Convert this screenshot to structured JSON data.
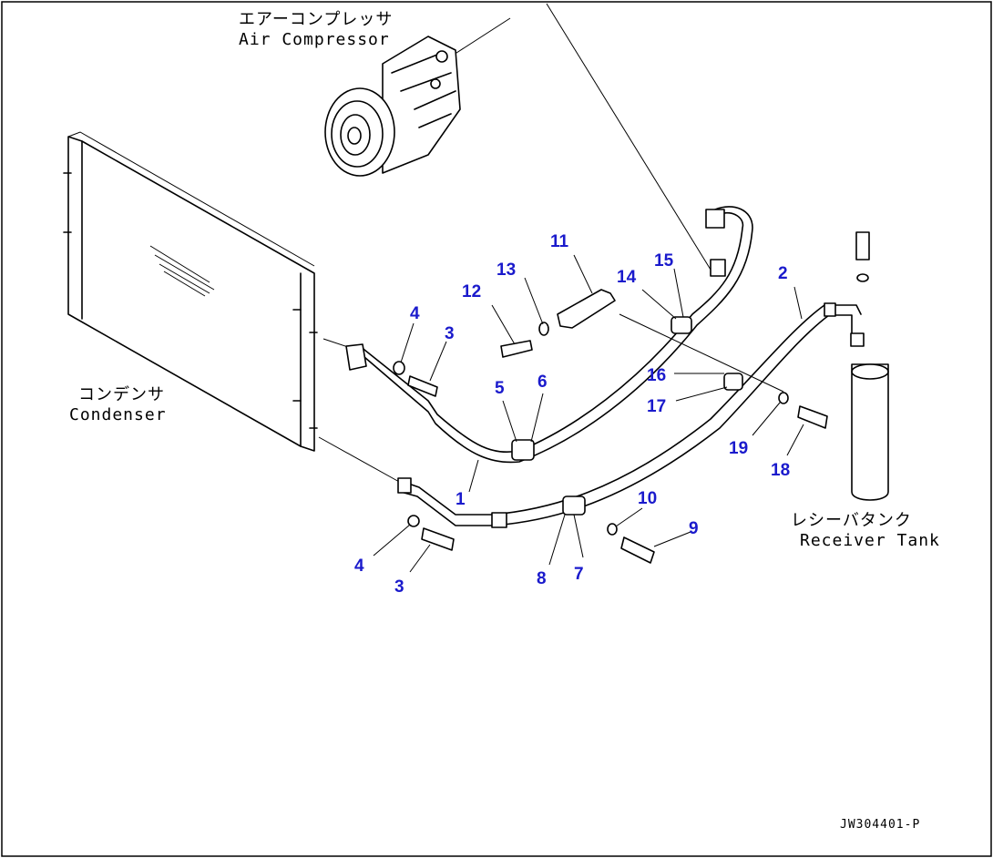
{
  "labels": {
    "air_compressor_jp": "エアーコンプレッサ",
    "air_compressor_en": "Air Compressor",
    "condenser_jp": "コンデンサ",
    "condenser_en": "Condenser",
    "receiver_tank_jp": "レシーバタンク",
    "receiver_tank_en": "Receiver Tank"
  },
  "part_numbers": [
    "1",
    "2",
    "3",
    "3",
    "4",
    "4",
    "5",
    "6",
    "7",
    "8",
    "9",
    "10",
    "11",
    "12",
    "13",
    "14",
    "15",
    "16",
    "17",
    "18",
    "19"
  ],
  "drawing_code": "JW304401-P",
  "colors": {
    "callout": "#1a1acc",
    "line": "#000000"
  }
}
